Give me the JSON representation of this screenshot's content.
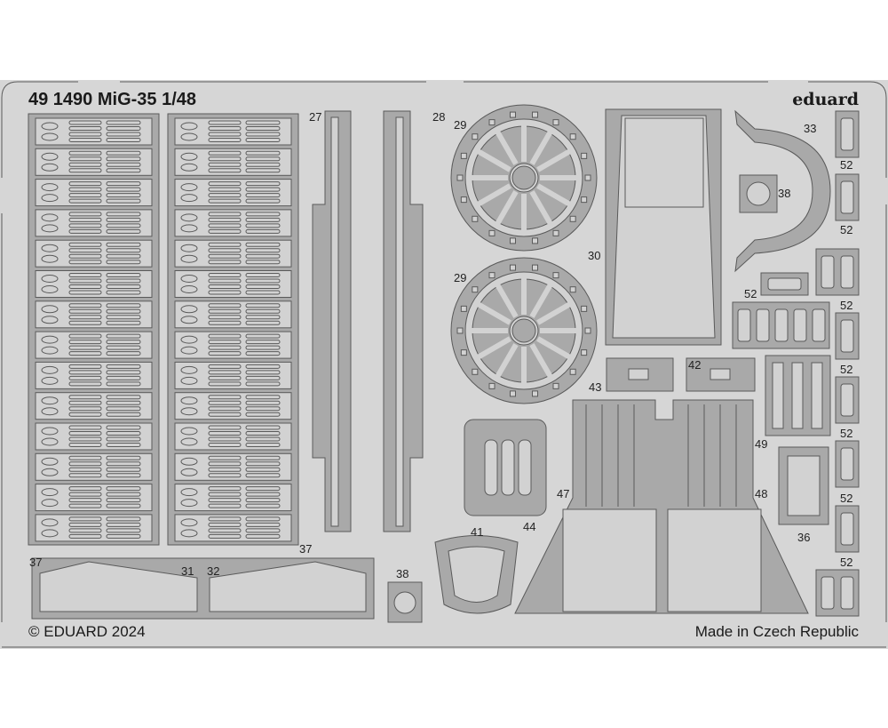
{
  "sheet": {
    "title": "49 1490 MiG-35  1/48",
    "brand": "eduard",
    "copyright": "© EDUARD 2024",
    "origin": "Made in Czech Republic"
  },
  "labels": {
    "p27": "27",
    "p28": "28",
    "p29a": "29",
    "p29b": "29",
    "p30": "30",
    "p33": "33",
    "p38a": "38",
    "p38b": "38",
    "p41": "41",
    "p42": "42",
    "p43": "43",
    "p44": "44",
    "p47": "47",
    "p48": "48",
    "p49": "49",
    "p36": "36",
    "p37a": "37",
    "p37b": "37",
    "p31": "31",
    "p32": "32",
    "p52a": "52",
    "p52b": "52",
    "p52c": "52",
    "p52d": "52",
    "p52e": "52",
    "p52f": "52",
    "p52g": "52",
    "p52h": "52"
  },
  "colors": {
    "fret": "#d6d6d6",
    "part": "#a9a9a9",
    "outline": "#5a5a5a"
  }
}
